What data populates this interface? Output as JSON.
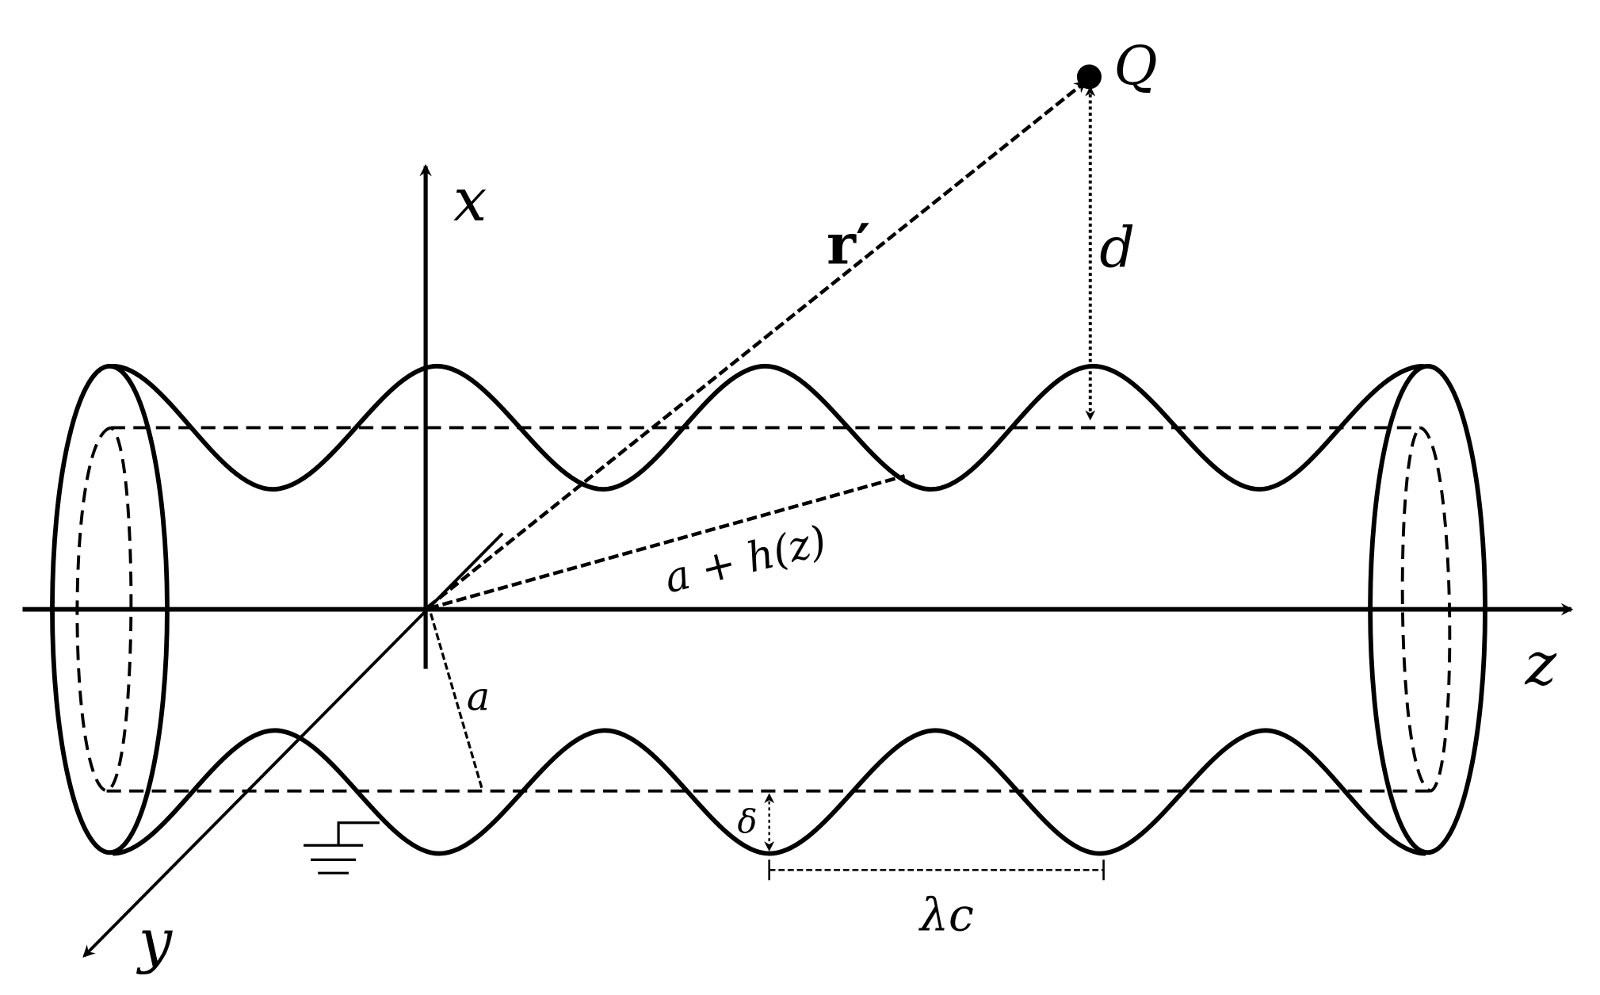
{
  "labels": {
    "x_axis": "x",
    "y_axis": "y",
    "z_axis": "z",
    "charge": "Q",
    "position_vector": "r′",
    "distance": "d",
    "surface_radius": "a + h(z)",
    "mean_radius": "a",
    "amplitude": "δ",
    "wavelength": "λc"
  },
  "colors": {
    "ink": "#000000",
    "background": "#ffffff"
  }
}
